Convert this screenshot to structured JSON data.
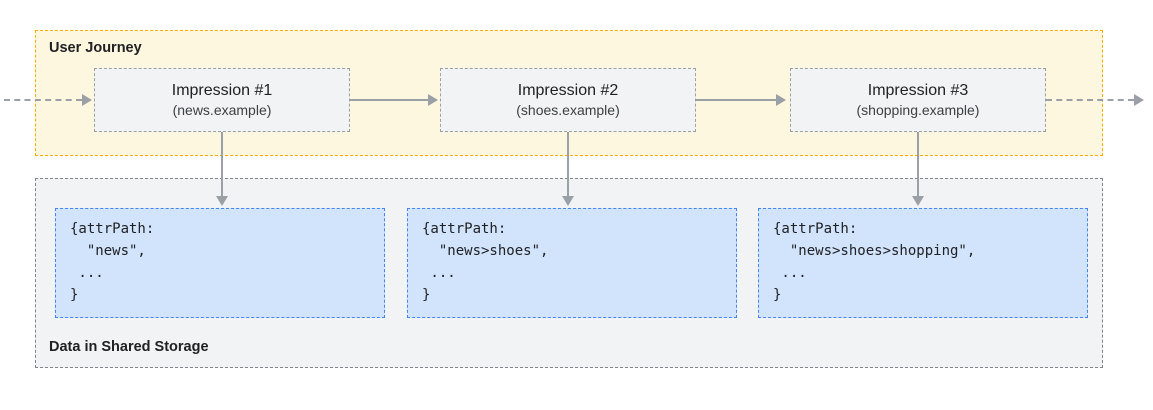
{
  "user_journey": {
    "label": "User Journey",
    "impressions": [
      {
        "title": "Impression #1",
        "subtitle": "(news.example)"
      },
      {
        "title": "Impression #2",
        "subtitle": "(shoes.example)"
      },
      {
        "title": "Impression #3",
        "subtitle": "(shopping.example)"
      }
    ]
  },
  "shared_storage": {
    "label": "Data in Shared Storage",
    "entries": [
      {
        "lines": [
          "{attrPath:",
          "  \"news\",",
          " ...",
          "}"
        ]
      },
      {
        "lines": [
          "{attrPath:",
          "  \"news>shoes\",",
          " ...",
          "}"
        ]
      },
      {
        "lines": [
          "{attrPath:",
          "  \"news>shoes>shopping\",",
          " ...",
          "}"
        ]
      }
    ]
  },
  "colors": {
    "journey_fill": "#FEF7E0",
    "journey_border": "#F9AB00",
    "storage_fill": "#F1F3F4",
    "storage_border": "#80868B",
    "impression_fill": "#F1F3F4",
    "impression_border": "#9AA0A6",
    "entry_fill": "#D2E3FC",
    "entry_border": "#4285F4",
    "arrow": "#9AA0A6"
  }
}
